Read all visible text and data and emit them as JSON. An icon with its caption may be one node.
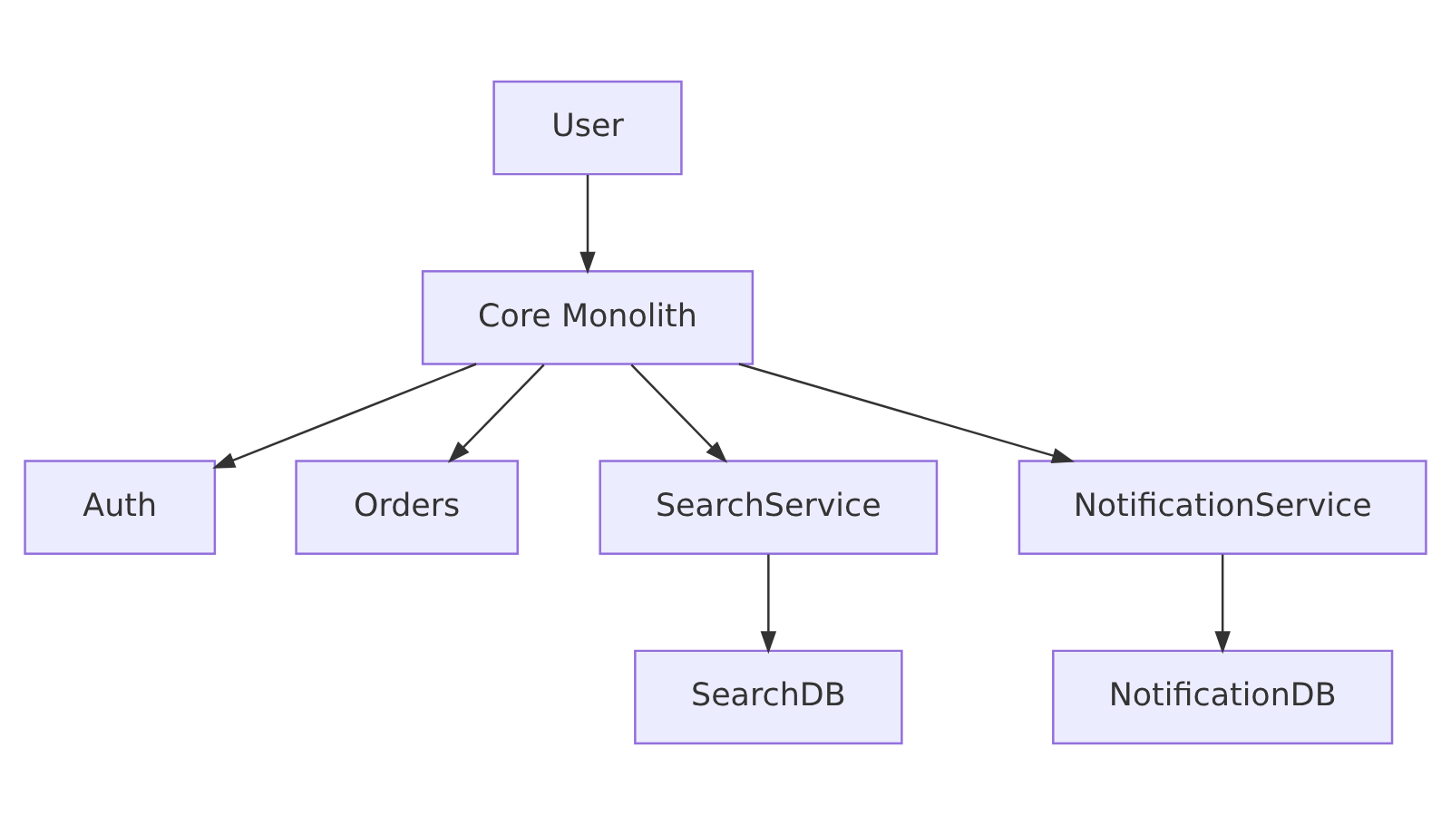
{
  "diagram": {
    "nodes": [
      {
        "text": [
          "User"
        ]
      },
      {
        "text": [
          "Core Monolith"
        ]
      },
      {
        "text": [
          "Auth"
        ]
      },
      {
        "text": [
          "Orders"
        ]
      },
      {
        "text": [
          "SearchService"
        ]
      },
      {
        "text": [
          "NotificationService"
        ]
      },
      {
        "text": [
          "SearchDB"
        ]
      },
      {
        "text": [
          "NotificationDB"
        ]
      }
    ],
    "edges": [
      {
        "from": 0,
        "to": 1,
        "arrow": "to"
      },
      {
        "from": 1,
        "to": 2,
        "arrow": "to"
      },
      {
        "from": 1,
        "to": 3,
        "arrow": "to"
      },
      {
        "from": 1,
        "to": 4,
        "arrow": "to"
      },
      {
        "from": 1,
        "to": 5,
        "arrow": "to"
      },
      {
        "from": 4,
        "to": 6,
        "arrow": "to"
      },
      {
        "from": 5,
        "to": 7,
        "arrow": "to"
      }
    ]
  }
}
